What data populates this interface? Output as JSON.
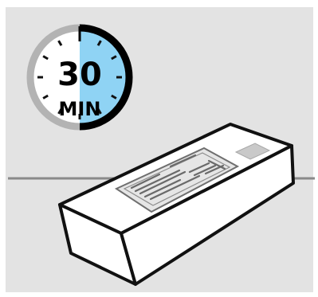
{
  "timer": {
    "value": "30",
    "unit": "MIN",
    "elapsed_fraction": 0.5,
    "accent_color": "#8fd3f4",
    "ring_color": "#b3b3b3"
  },
  "scene": {
    "background_color": "#e3e3e3",
    "icons": [
      "stopwatch-icon",
      "test-kit-box-icon"
    ]
  }
}
